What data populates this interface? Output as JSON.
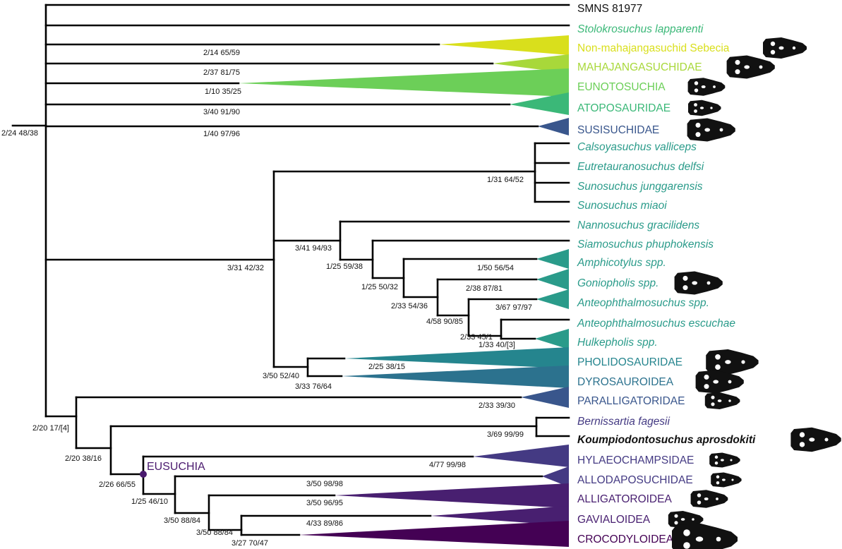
{
  "colors": {
    "yellow": "#d9df1c",
    "yellow_green": "#a8d83a",
    "green": "#6ccf58",
    "green2": "#3bb878",
    "teal": "#2a9b8a",
    "teal_mid": "#25858e",
    "blue_teal": "#2c728e",
    "blue": "#39568c",
    "indigo": "#443a83",
    "purple": "#481f70",
    "dark_purple": "#440154",
    "node": "#4a1a6e"
  },
  "taxa": [
    {
      "label": "SMNS 81977",
      "style": "plain",
      "color": "#111111",
      "skull": false
    },
    {
      "label": "Stolokrosuchus lapparenti",
      "style": "italic",
      "color": "#3bb878",
      "skull": false
    },
    {
      "label": "Non-mahajangasuchid Sebecia",
      "style": "plain",
      "color": "#d9df1c",
      "skull": true
    },
    {
      "label": "MAHAJANGASUCHIDAE",
      "style": "plain",
      "color": "#a8d83a",
      "skull": true
    },
    {
      "label": "EUNOTOSUCHIA",
      "style": "plain",
      "color": "#6ccf58",
      "skull": true
    },
    {
      "label": "ATOPOSAURIDAE",
      "style": "plain",
      "color": "#3bb878",
      "skull": true
    },
    {
      "label": "SUSISUCHIDAE",
      "style": "plain",
      "color": "#39568c",
      "skull": true
    },
    {
      "label": "Calsoyasuchus valliceps",
      "style": "italic",
      "color": "#2a9b8a",
      "skull": false
    },
    {
      "label": "Eutretauranosuchus delfsi",
      "style": "italic",
      "color": "#2a9b8a",
      "skull": false
    },
    {
      "label": "Sunosuchus junggarensis",
      "style": "italic",
      "color": "#2a9b8a",
      "skull": false
    },
    {
      "label": "Sunosuchus miaoi",
      "style": "italic",
      "color": "#2a9b8a",
      "skull": false
    },
    {
      "label": "Nannosuchus gracilidens",
      "style": "italic",
      "color": "#2a9b8a",
      "skull": false
    },
    {
      "label": "Siamosuchus phuphokensis",
      "style": "italic",
      "color": "#2a9b8a",
      "skull": false
    },
    {
      "label": "Amphicotylus spp.",
      "style": "italic",
      "color": "#2a9b8a",
      "skull": false
    },
    {
      "label": "Goniopholis spp.",
      "style": "italic",
      "color": "#2a9b8a",
      "skull": true
    },
    {
      "label": "Anteophthalmosuchus spp.",
      "style": "italic",
      "color": "#2a9b8a",
      "skull": false
    },
    {
      "label": "Anteophthalmosuchus escuchae",
      "style": "italic",
      "color": "#2a9b8a",
      "skull": false
    },
    {
      "label": "Hulkepholis spp.",
      "style": "italic",
      "color": "#2a9b8a",
      "skull": false
    },
    {
      "label": "PHOLIDOSAURIDAE",
      "style": "plain",
      "color": "#25858e",
      "skull": true
    },
    {
      "label": "DYROSAUROIDEA",
      "style": "plain",
      "color": "#2c728e",
      "skull": true
    },
    {
      "label": "PARALLIGATORIDAE",
      "style": "plain",
      "color": "#39568c",
      "skull": true
    },
    {
      "label": "Bernissartia fagesii",
      "style": "italic",
      "color": "#443a83",
      "skull": false
    },
    {
      "label": "Koumpiodontosuchus aprosdokiti",
      "style": "bold",
      "color": "#111111",
      "skull": true
    },
    {
      "label": "HYLAEOCHAMPSIDAE",
      "style": "plain",
      "color": "#443a83",
      "skull": true
    },
    {
      "label": "ALLODAPOSUCHIDAE",
      "style": "plain",
      "color": "#443a83",
      "skull": true
    },
    {
      "label": "ALLIGATOROIDEA",
      "style": "plain",
      "color": "#481f70",
      "skull": true
    },
    {
      "label": "GAVIALOIDEA",
      "style": "plain",
      "color": "#481f70",
      "skull": true
    },
    {
      "label": "CROCODYLOIDEA",
      "style": "plain",
      "color": "#440154",
      "skull": true
    }
  ],
  "support_labels": [
    "2/24 48/38",
    "2/14 65/59",
    "2/37 81/75",
    "1/10 35/25",
    "3/40 91/90",
    "1/40 97/96",
    "1/31 64/52",
    "3/41 94/93",
    "1/25 59/38",
    "1/50 56/54",
    "1/25 50/32",
    "2/38 87/81",
    "2/33 54/36",
    "3/67 97/97",
    "4/58 90/85",
    "2/33 45/1",
    "1/33 40/[3]",
    "3/31 42/32",
    "2/25 38/15",
    "3/50 52/40",
    "3/33 76/64",
    "2/33 39/30",
    "2/20 17/[4]",
    "3/69 99/99",
    "2/20 38/16",
    "4/77 99/98",
    "2/26 66/55",
    "3/50 98/98",
    "1/25 46/10",
    "3/50 96/95",
    "3/50 88/84",
    "4/33 89/86",
    "3/50 88/84",
    "3/27 70/47"
  ],
  "clade_label": "EUSUCHIA"
}
